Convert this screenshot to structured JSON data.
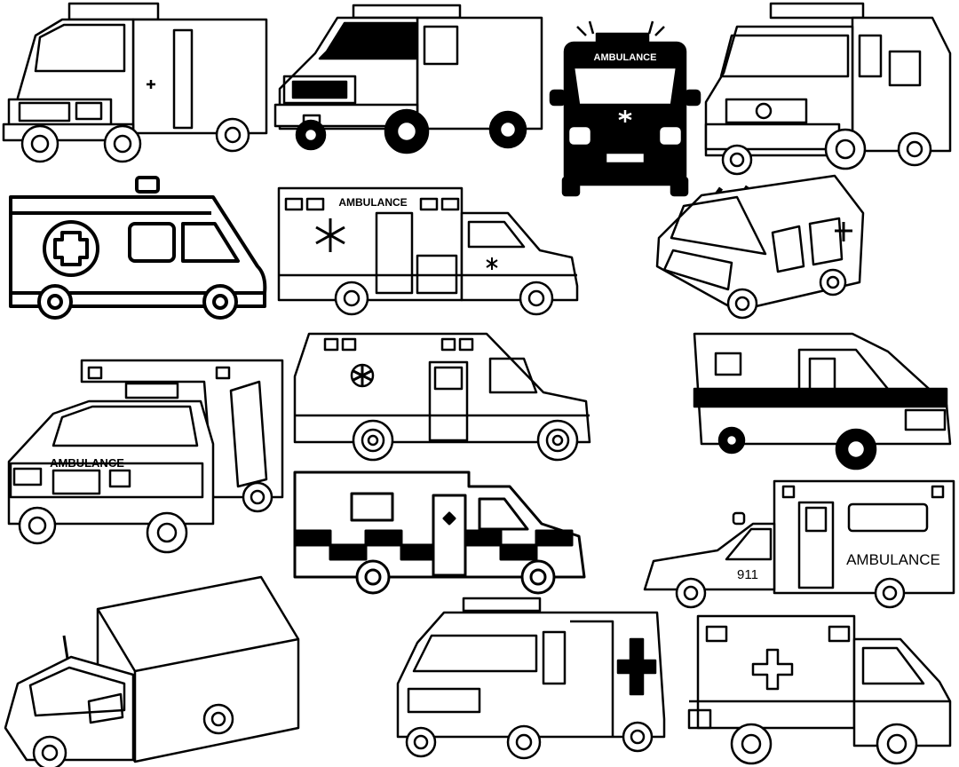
{
  "artwork": {
    "subject": "ambulance line-art clipart collection",
    "ink_color": "#000000",
    "paper_color": "#ffffff",
    "count": 15
  },
  "labels": {
    "front_sign": "AMBULANCE",
    "box_sign": "AMBULANCE",
    "hood_sign": "AMBULANCE",
    "side_sign": "AMBULANCE",
    "door_number": "911"
  }
}
